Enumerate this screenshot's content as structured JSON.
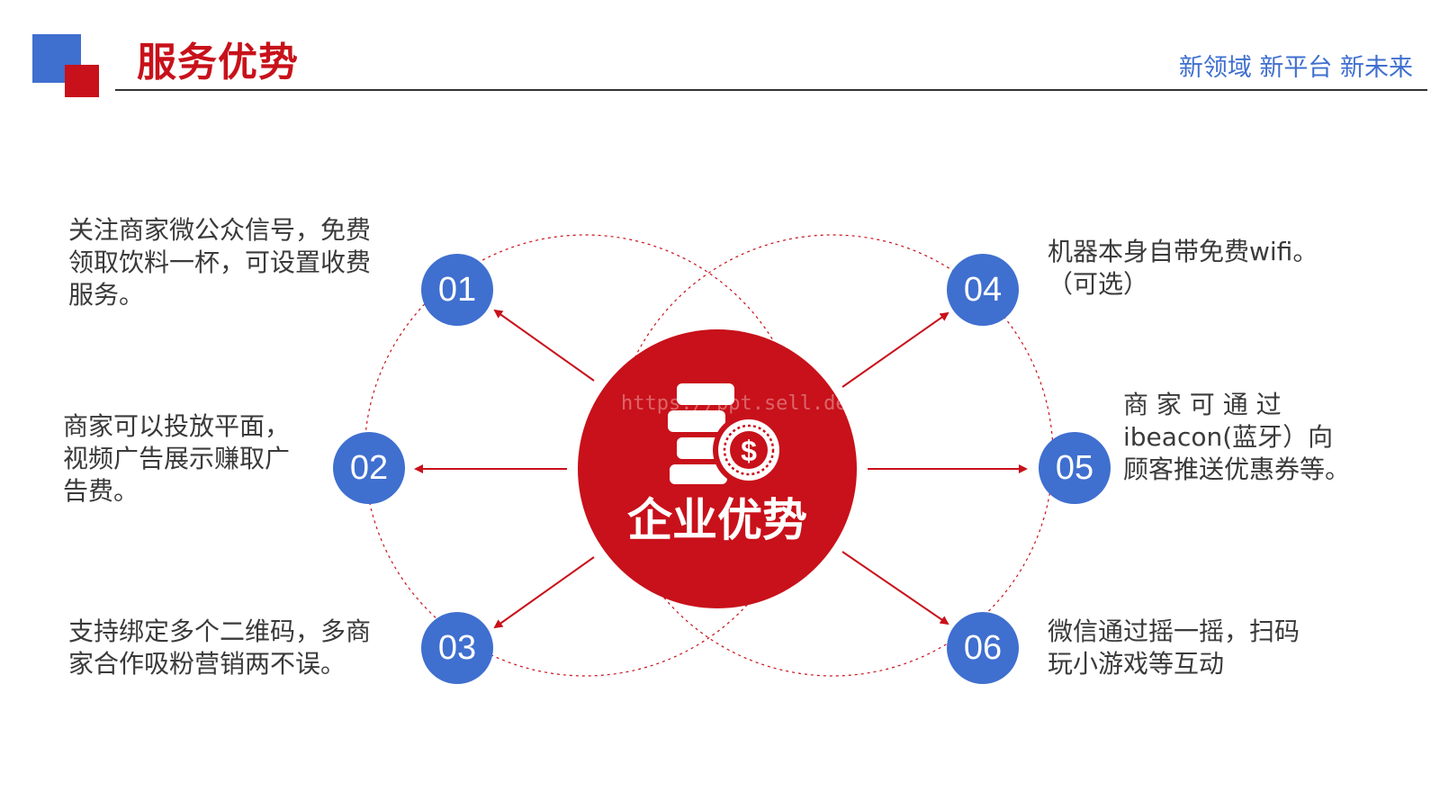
{
  "header": {
    "title": "服务优势",
    "slogan": "新领域 新平台 新未来"
  },
  "center": {
    "label": "企业优势",
    "icon": "coin-stack-dollar-icon",
    "watermark": "https://ppt.sell.de"
  },
  "colors": {
    "accent_red": "#c8111a",
    "accent_blue": "#3f6fcf",
    "text": "#3a3a3a"
  },
  "items": [
    {
      "number": "01",
      "lines": [
        "关注商家微公众信号，免费",
        "领取饮料一杯，可设置收费",
        "服务。"
      ]
    },
    {
      "number": "02",
      "lines": [
        "商家可以投放平面，",
        "视频广告展示赚取广",
        "告费。"
      ]
    },
    {
      "number": "03",
      "lines": [
        "支持绑定多个二维码，多商",
        "家合作吸粉营销两不误。"
      ]
    },
    {
      "number": "04",
      "lines": [
        "机器本身自带免费wifi。",
        "（可选）"
      ]
    },
    {
      "number": "05",
      "lines": [
        "商 家 可 通 过",
        "ibeacon(蓝牙）向",
        "顾客推送优惠券等。"
      ]
    },
    {
      "number": "06",
      "lines": [
        "微信通过摇一摇，扫码",
        "玩小游戏等互动"
      ]
    }
  ]
}
